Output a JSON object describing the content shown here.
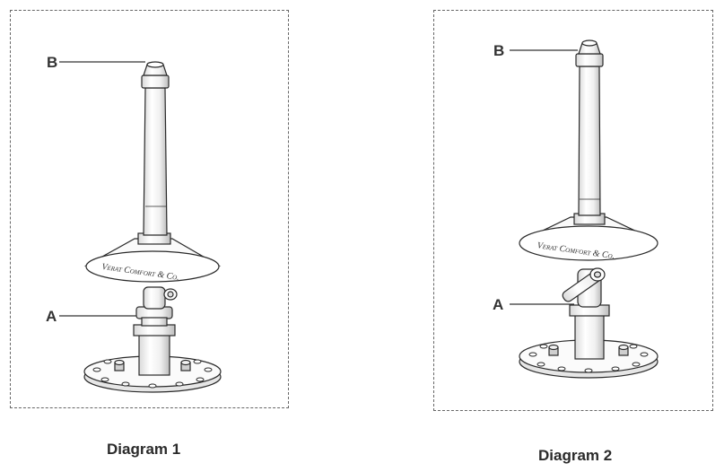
{
  "diagrams": [
    {
      "caption": "Diagram 1",
      "callouts": {
        "a": "A",
        "b": "B"
      },
      "brand": "Verat Comfort & Co."
    },
    {
      "caption": "Diagram 2",
      "callouts": {
        "a": "A",
        "b": "B"
      },
      "brand": "Verat Comfort & Co."
    }
  ]
}
